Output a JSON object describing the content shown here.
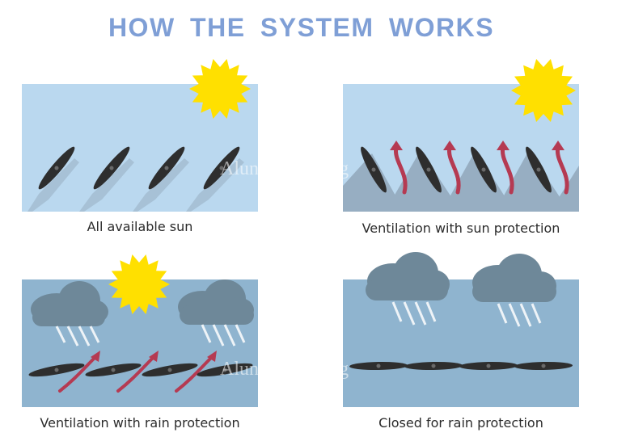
{
  "title": "HOW THE SYSTEM WORKS",
  "watermark": "Aluno • Shading",
  "panels": [
    {
      "caption": "All available sun",
      "state": "open-sun",
      "icons": [
        "sun-icon"
      ]
    },
    {
      "caption": "Ventilation with sun protection",
      "state": "angled-sun-protection",
      "icons": [
        "sun-icon",
        "airflow-arrow-icon"
      ]
    },
    {
      "caption": "Ventilation with rain protection",
      "state": "angled-rain-protection",
      "icons": [
        "sun-icon",
        "rain-cloud-icon",
        "airflow-arrow-icon"
      ]
    },
    {
      "caption": "Closed for rain protection",
      "state": "closed",
      "icons": [
        "rain-cloud-icon"
      ]
    }
  ],
  "colors": {
    "title": "#7f9fd6",
    "sky_clear": "#bad8ef",
    "sky_rain": "#8fb4cf",
    "sun": "#ffe000",
    "cloud": "#6e8899",
    "rain": "#ffffff",
    "louvre": "#2e2e2e",
    "louvre_pivot": "#6a6a6a",
    "airflow": "#b53a52",
    "shade": "#97aec2"
  }
}
